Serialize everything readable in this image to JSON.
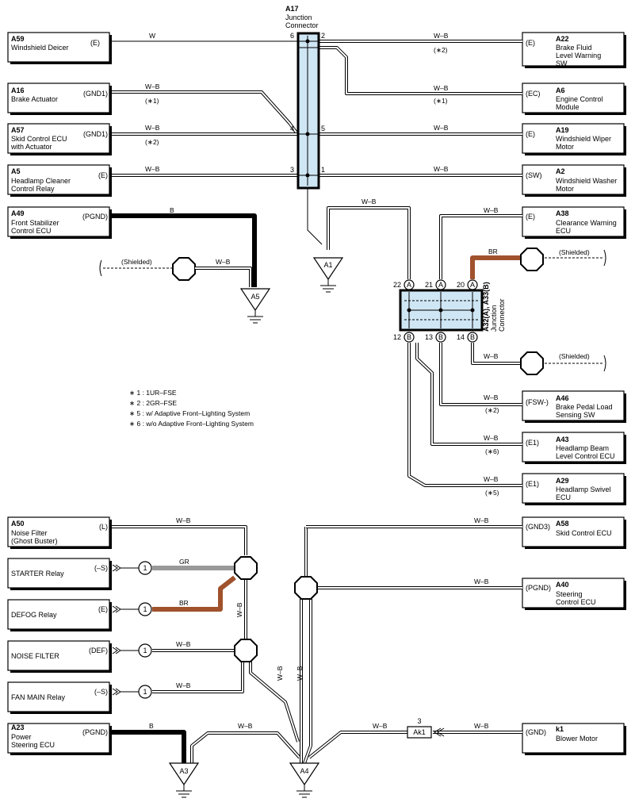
{
  "components": {
    "A59": {
      "code": "A59",
      "name": [
        "Windshield Deicer"
      ],
      "pin": "(E)"
    },
    "A16": {
      "code": "A16",
      "name": [
        "Brake Actuator"
      ],
      "pin": "(GND1)"
    },
    "A57": {
      "code": "A57",
      "name": [
        "Skid Control ECU",
        "with Actuator"
      ],
      "pin": "(GND1)"
    },
    "A5": {
      "code": "A5",
      "name": [
        "Headlamp Cleaner",
        "Control Relay"
      ],
      "pin": "(E)"
    },
    "A49": {
      "code": "A49",
      "name": [
        "Front Stabilizer",
        "Control ECU"
      ],
      "pin": "(PGND)"
    },
    "A22": {
      "code": "A22",
      "name": [
        "Brake Fluid",
        "Level Warning",
        "SW"
      ],
      "pin": "(E)"
    },
    "A6": {
      "code": "A6",
      "name": [
        "Engine Control",
        "Module"
      ],
      "pin": "(EC)"
    },
    "A19": {
      "code": "A19",
      "name": [
        "Windshield Wiper",
        "Motor"
      ],
      "pin": "(E)"
    },
    "A2": {
      "code": "A2",
      "name": [
        "Windshield Washer",
        "Motor"
      ],
      "pin": "(SW)"
    },
    "A38": {
      "code": "A38",
      "name": [
        "Clearance Warning",
        "ECU"
      ],
      "pin": "(E)"
    },
    "A46": {
      "code": "A46",
      "name": [
        "Brake Pedal Load",
        "Sensing SW"
      ],
      "pin": "(FSW-)"
    },
    "A43": {
      "code": "A43",
      "name": [
        "Headlamp Beam",
        "Level Control ECU"
      ],
      "pin": "(E1)"
    },
    "A29": {
      "code": "A29",
      "name": [
        "Headlamp Swivel",
        "ECU"
      ],
      "pin": "(E1)"
    },
    "A50": {
      "code": "A50",
      "name": [
        "Noise Filter",
        "(Ghost Buster)"
      ],
      "pin": "(L)"
    },
    "STARTER": {
      "code": "",
      "name": [
        "STARTER Relay"
      ],
      "pin": "(–S)"
    },
    "DEFOG": {
      "code": "",
      "name": [
        "DEFOG Relay"
      ],
      "pin": "(E)"
    },
    "NOISE": {
      "code": "",
      "name": [
        "NOISE FILTER"
      ],
      "pin": "(DEF)"
    },
    "FANMAIN": {
      "code": "",
      "name": [
        "FAN MAIN Relay"
      ],
      "pin": "(–S)"
    },
    "A23": {
      "code": "A23",
      "name": [
        "Power",
        "Steering ECU"
      ],
      "pin": "(PGND)"
    },
    "A58": {
      "code": "A58",
      "name": [
        "Skid Control ECU"
      ],
      "pin": "(GND3)"
    },
    "A40": {
      "code": "A40",
      "name": [
        "Steering",
        "Control ECU"
      ],
      "pin": "(PGND)"
    },
    "k1": {
      "code": "k1",
      "name": [
        "Blower Motor"
      ],
      "pin": "(GND)"
    }
  },
  "junction_a17": {
    "code": "A17",
    "title": [
      "Junction",
      "Connector"
    ],
    "pins": {
      "p6": "6",
      "p2": "2",
      "p4": "4",
      "p5": "5",
      "p3": "3",
      "p1": "1"
    }
  },
  "junction_a32": {
    "code": "A32(A), A33(B)",
    "title": [
      "Junction",
      "Connector"
    ],
    "pins": {
      "p22": "22",
      "p21": "21",
      "p20": "20",
      "p12": "12",
      "p13": "13",
      "p14": "14"
    },
    "conn_a": "A",
    "conn_b": "B"
  },
  "wires": {
    "w": "W",
    "wb": "W–B",
    "b": "B",
    "br": "BR",
    "gr": "GR"
  },
  "shielded": "(Shielded)",
  "footnotes": {
    "n1": "(∗2)",
    "n2": "(∗1)",
    "n5": "(∗5)",
    "n6": "(∗6)"
  },
  "grounds": {
    "A1": "A1",
    "A5": "A5",
    "A3": "A3",
    "A4": "A4"
  },
  "inline_conn": {
    "label": "Ak1",
    "pin": "3"
  },
  "one": "1",
  "legend": [
    "∗ 1 : 1UR–FSE",
    "∗ 2 : 2GR–FSE",
    "∗ 5 : w/ Adaptive Front–Lighting System",
    "∗ 6 : w/o Adaptive Front–Lighting System"
  ],
  "colors": {
    "junction_fill": "#cfe6f4",
    "wire_br": "#a0522d",
    "wire_gr": "#999999",
    "wire_b": "#000000"
  }
}
